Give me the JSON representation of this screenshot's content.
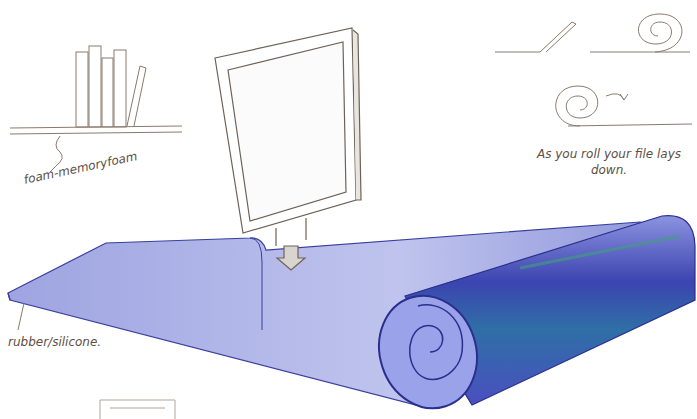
{
  "diagram": {
    "labels": [
      "foam-memoryfoam",
      "As you roll your file lays down.",
      "rubber/silicone."
    ]
  }
}
